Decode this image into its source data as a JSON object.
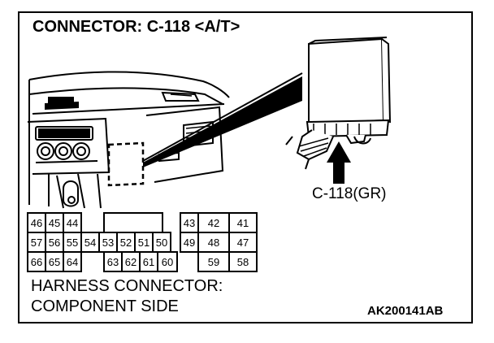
{
  "title": "CONNECTOR: C-118 <A/T>",
  "part_label": "C-118(GR)",
  "caption_line1": "HARNESS CONNECTOR:",
  "caption_line2": "COMPONENT SIDE",
  "figure_code": "AK200141AB",
  "pin_rows": [
    [
      "46",
      "45",
      "44",
      "43",
      "42",
      "41"
    ],
    [
      "57",
      "56",
      "55",
      "54",
      "53",
      "52",
      "51",
      "50",
      "49",
      "48",
      "47"
    ],
    [
      "66",
      "65",
      "64",
      "63",
      "62",
      "61",
      "60",
      "59",
      "58"
    ]
  ],
  "icons": {
    "dashboard": "dashboard-illustration",
    "module": "ecu-module-illustration",
    "arrow": "up-arrow-icon"
  }
}
